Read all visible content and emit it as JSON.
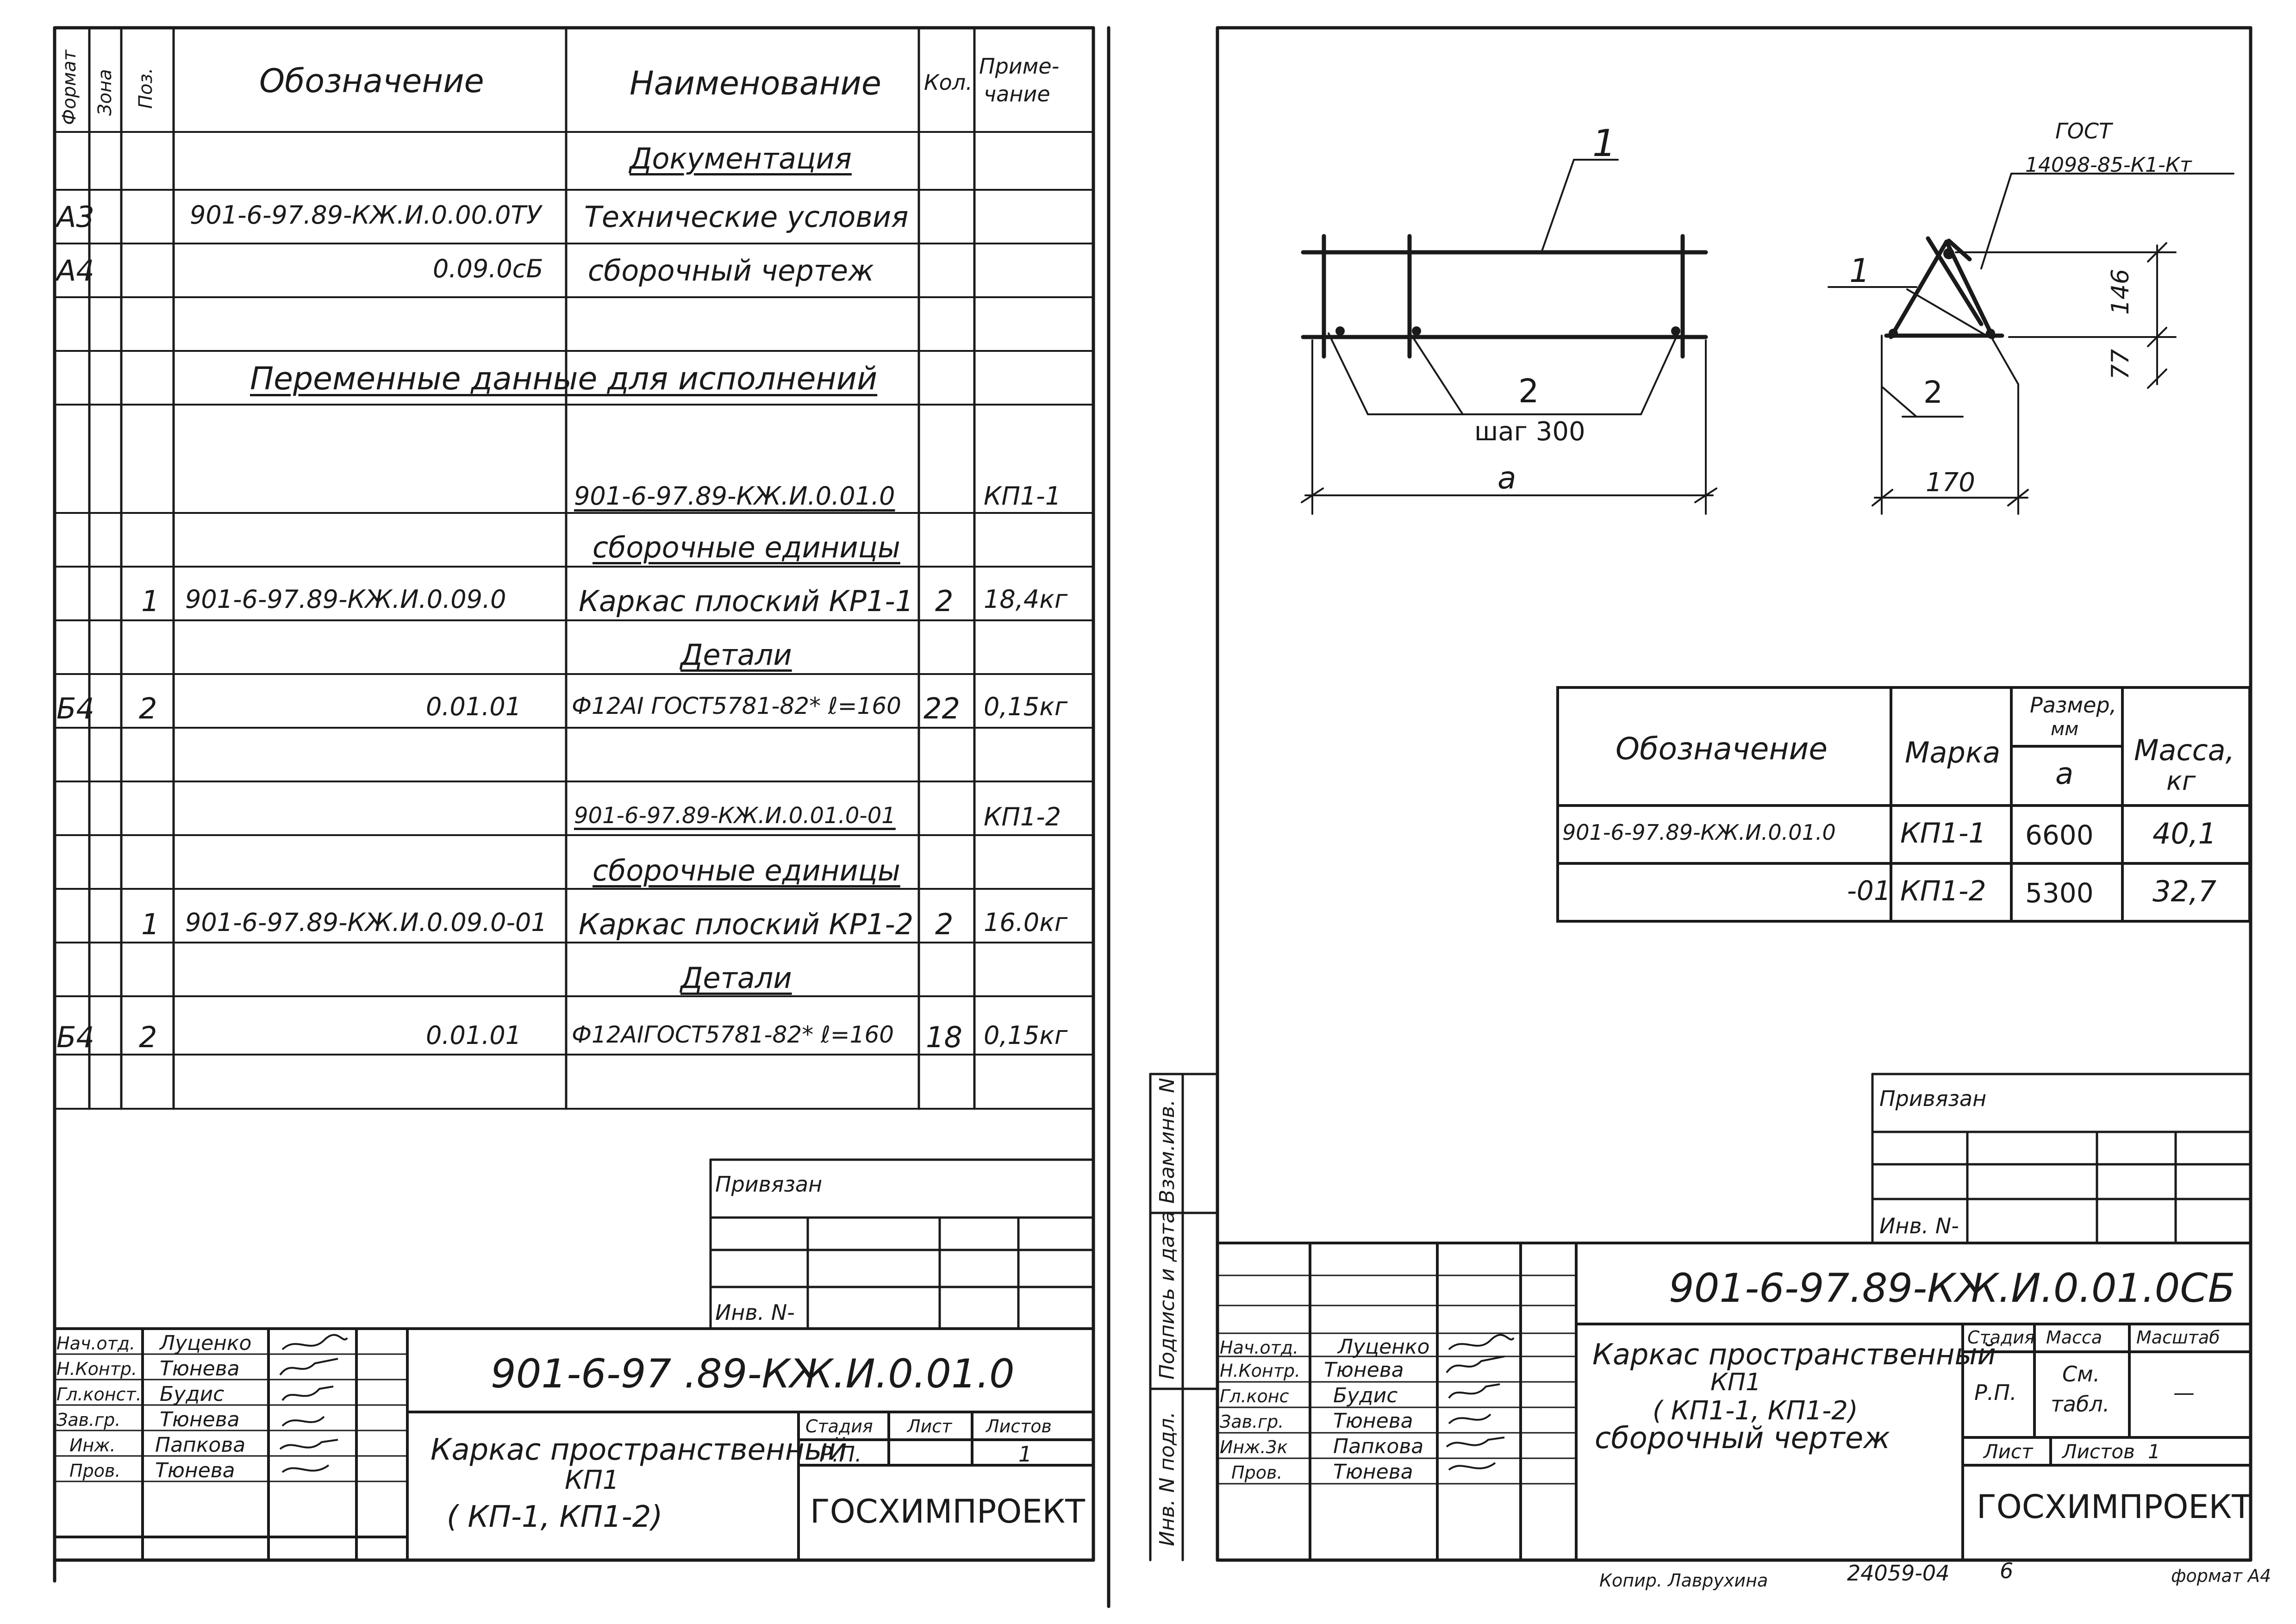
{
  "spec": {
    "header": {
      "format": "Формат",
      "zone": "Зона",
      "pos": "Поз.",
      "designation": "Обозначение",
      "name": "Наименование",
      "qty": "Кол.",
      "note_line1": "Приме-",
      "note_line2": "чание"
    },
    "rows": [
      {
        "format": "",
        "pos": "",
        "designation": "",
        "name": "Документация",
        "qty": "",
        "note": ""
      },
      {
        "format": "А3",
        "pos": "",
        "designation": "901-6-97.89-КЖ.И.0.00.0ТУ",
        "name": "Технические условия",
        "qty": "",
        "note": ""
      },
      {
        "format": "А4",
        "pos": "",
        "designation": "0.09.0сБ",
        "name": "сборочный чертеж",
        "qty": "",
        "note": ""
      },
      {
        "format": "",
        "pos": "",
        "designation": "",
        "name": "Переменные данные для исполнений",
        "qty": "",
        "note": ""
      },
      {
        "format": "",
        "pos": "",
        "designation": "",
        "name": "",
        "qty": "",
        "note": ""
      },
      {
        "format": "",
        "pos": "",
        "designation": "",
        "name": "901-6-97.89-КЖ.И.0.01.0",
        "qty": "",
        "note": "КП1-1"
      },
      {
        "format": "",
        "pos": "",
        "designation": "",
        "name": "сборочные единицы",
        "qty": "",
        "note": ""
      },
      {
        "format": "",
        "pos": "1",
        "designation": "901-6-97.89-КЖ.И.0.09.0",
        "name": "Каркас плоский КР1-1",
        "qty": "2",
        "note": "18,4кг"
      },
      {
        "format": "",
        "pos": "",
        "designation": "",
        "name": "Детали",
        "qty": "",
        "note": ""
      },
      {
        "format": "Б4",
        "pos": "2",
        "designation": "0.01.01",
        "name": "Ф12АI ГОСТ5781-82* ℓ=160",
        "qty": "22",
        "note": "0,15кг"
      },
      {
        "format": "",
        "pos": "",
        "designation": "",
        "name": "",
        "qty": "",
        "note": ""
      },
      {
        "format": "",
        "pos": "",
        "designation": "",
        "name": "901-6-97.89-КЖ.И.0.01.0-01",
        "qty": "",
        "note": "КП1-2"
      },
      {
        "format": "",
        "pos": "",
        "designation": "",
        "name": "сборочные единицы",
        "qty": "",
        "note": ""
      },
      {
        "format": "",
        "pos": "1",
        "designation": "901-6-97.89-КЖ.И.0.09.0-01",
        "name": "Каркас плоский КР1-2",
        "qty": "2",
        "note": "16.0кг"
      },
      {
        "format": "",
        "pos": "",
        "designation": "",
        "name": "Детали",
        "qty": "",
        "note": ""
      },
      {
        "format": "Б4",
        "pos": "2",
        "designation": "0.01.01",
        "name": "Ф12АIГОСТ5781-82* ℓ=160",
        "qty": "18",
        "note": "0,15кг"
      }
    ]
  },
  "left_stamp": {
    "privyazan": "Привязан",
    "inv_no": "Инв. N-",
    "roles": [
      "Нач.отд.",
      "Н.Контр.",
      "Гл.конст.",
      "Зав.гр.",
      "Инж.",
      "Пров."
    ],
    "names": [
      "Луценко",
      "Тюнева",
      "Будис",
      "Тюнева",
      "Папкова",
      "Тюнева"
    ],
    "code": "901-6-97 .89-КЖ.И.0.01.0",
    "title_line1": "Каркас пространственный",
    "title_line2": "КП1",
    "title_line3": "( КП-1, КП1-2)",
    "stage_label": "Стадия",
    "sheet_label": "Лист",
    "sheets_label": "Листов",
    "stage": "Р.П.",
    "sheet": "",
    "sheets": "1",
    "org": "ГОСХИМПРОЕКТ"
  },
  "drawing": {
    "label_1": "1",
    "label_2": "2",
    "step": "шаг 300",
    "dim_a": "a",
    "side_label_1": "1",
    "side_label_2": "2",
    "gost_line1": "ГОСТ",
    "gost_line2": "14098-85-К1-Кт",
    "dim_146": "146",
    "dim_77": "77",
    "dim_170": "170"
  },
  "mass_table": {
    "headers": {
      "designation": "Обозначение",
      "mark": "Марка",
      "size_line1": "Размер,",
      "size_line2": "мм",
      "size_sub": "a",
      "mass_line1": "Масса,",
      "mass_line2": "кг"
    },
    "rows": [
      {
        "designation": "901-6-97.89-КЖ.И.0.01.0",
        "mark": "КП1-1",
        "size": "6600",
        "mass": "40,1"
      },
      {
        "designation": "-01",
        "mark": "КП1-2",
        "size": "5300",
        "mass": "32,7"
      }
    ]
  },
  "side_labels": [
    "Инв. N подл.",
    "Подпись и дата",
    "Взам.инв. N"
  ],
  "right_stamp": {
    "privyazan": "Привязан",
    "inv_no": "Инв. N-",
    "roles": [
      "Нач.отд.",
      "Н.Контр.",
      "Гл.конс",
      "Зав.гр.",
      "Инж.3к",
      "Пров."
    ],
    "names": [
      "Луценко",
      "Тюнева",
      "Будис",
      "Тюнева",
      "Папкова",
      "Тюнева"
    ],
    "code": "901-6-97.89-КЖ.И.0.01.0СБ",
    "title_line1": "Каркас пространственный",
    "title_line2": "КП1",
    "title_line3": "( КП1-1, КП1-2)",
    "title_line4": "сборочный чертеж",
    "stage_label": "Стадия",
    "mass_label": "Масса",
    "scale_label": "Масштаб",
    "stage": "Р.П.",
    "mass_line1": "См.",
    "mass_line2": "табл.",
    "scale": "—",
    "sheet_label": "Лист",
    "sheets_label": "Листов",
    "sheets": "1",
    "org": "ГОСХИМПРОЕКТ"
  },
  "footer": {
    "copied": "Копир. Лаврухина",
    "number": "24059-04",
    "sheet_num": "6",
    "format": "формат А4"
  }
}
